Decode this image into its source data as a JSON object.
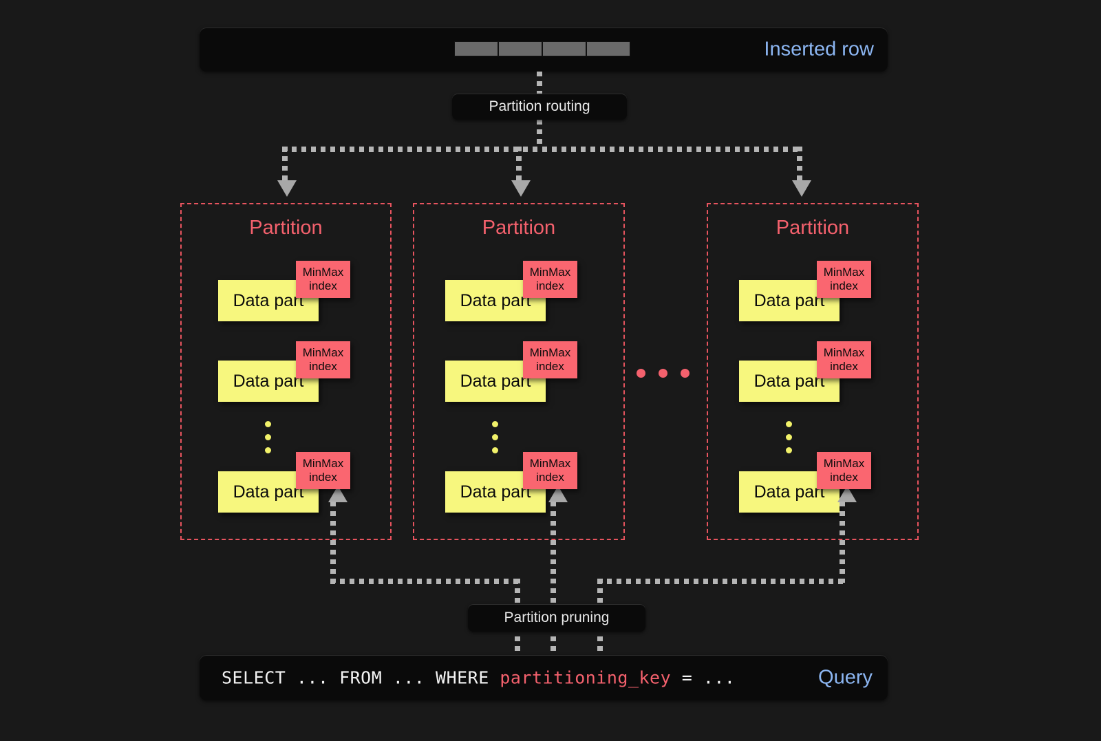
{
  "diagram": {
    "title": "ClickHouse partitioning: insert routing and partition pruning",
    "colors": {
      "background": "#191919",
      "bar_background": "#0a0a0a",
      "accent_blue": "#8cb6f2",
      "partition_red": "#f4616d",
      "data_part_yellow": "#f7f77e",
      "minmax_red": "#fa6670",
      "connector_gray": "#b5b5b5"
    }
  },
  "inserted_row": {
    "label": "Inserted row",
    "cell_count": 4
  },
  "routing": {
    "label": "Partition routing"
  },
  "pruning": {
    "label": "Partition pruning"
  },
  "query": {
    "prefix": "SELECT ... FROM ... WHERE ",
    "key": "partitioning_key",
    "suffix": " = ...",
    "label": "Query"
  },
  "partitions": [
    {
      "title": "Partition",
      "parts": [
        {
          "data_part_label": "Data part",
          "minmax_line1": "MinMax",
          "minmax_line2": "index"
        },
        {
          "data_part_label": "Data part",
          "minmax_line1": "MinMax",
          "minmax_line2": "index"
        },
        {
          "data_part_label": "Data part",
          "minmax_line1": "MinMax",
          "minmax_line2": "index"
        }
      ]
    },
    {
      "title": "Partition",
      "parts": [
        {
          "data_part_label": "Data part",
          "minmax_line1": "MinMax",
          "minmax_line2": "index"
        },
        {
          "data_part_label": "Data part",
          "minmax_line1": "MinMax",
          "minmax_line2": "index"
        },
        {
          "data_part_label": "Data part",
          "minmax_line1": "MinMax",
          "minmax_line2": "index"
        }
      ]
    },
    {
      "title": "Partition",
      "parts": [
        {
          "data_part_label": "Data part",
          "minmax_line1": "MinMax",
          "minmax_line2": "index"
        },
        {
          "data_part_label": "Data part",
          "minmax_line1": "MinMax",
          "minmax_line2": "index"
        },
        {
          "data_part_label": "Data part",
          "minmax_line1": "MinMax",
          "minmax_line2": "index"
        }
      ]
    }
  ],
  "ellipsis": {
    "between_partitions_dots": 3,
    "between_parts_dots": 3
  }
}
